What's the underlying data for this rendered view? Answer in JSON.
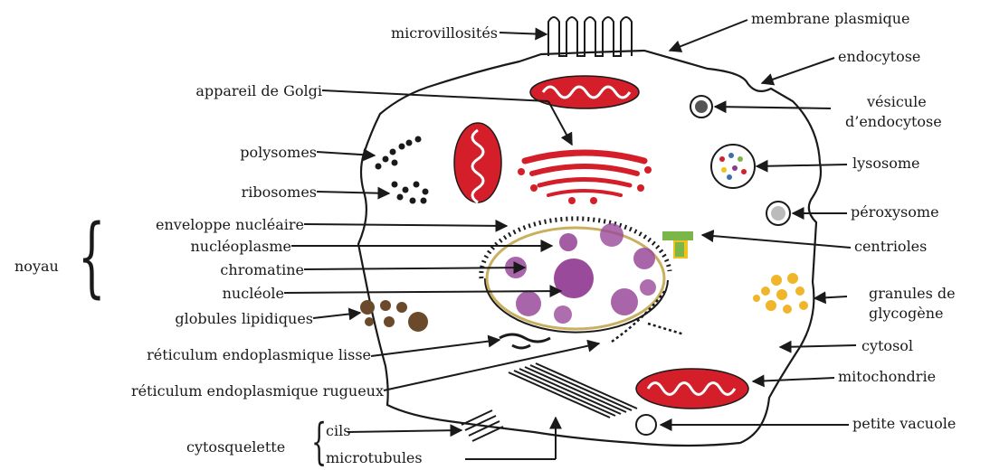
{
  "labels": {
    "microvillosites": "microvillosités",
    "membrane_plasmique": "membrane plasmique",
    "endocytose": "endocytose",
    "vesicule_line1": "vésicule",
    "vesicule_line2": "d’endocytose",
    "appareil_golgi": "appareil de Golgi",
    "polysomes": "polysomes",
    "ribosomes": "ribosomes",
    "lysosome": "lysosome",
    "peroxysome": "péroxysome",
    "noyau": "noyau",
    "enveloppe_nucleaire": "enveloppe nucléaire",
    "nucleoplasme": "nucléoplasme",
    "chromatine": "chromatine",
    "nucleole": "nucléole",
    "centrioles": "centrioles",
    "granules_line1": "granules de",
    "granules_line2": "glycogène",
    "globules_lipidiques": "globules lipidiques",
    "reticulum_lisse": "réticulum endoplasmique lisse",
    "cytosol": "cytosol",
    "reticulum_rugueux": "réticulum endoplasmique rugueux",
    "mitochondrie": "mitochondrie",
    "cytosquelette": "cytosquelette",
    "cils": "cils",
    "microtubules": "microtubules",
    "petite_vacuole": "petite vacuole"
  },
  "colors": {
    "outline": "#1a1a1a",
    "mitochondria": "#d41f2a",
    "chromatin": "#9a4a9a",
    "centriole_green": "#7ab648",
    "centriole_yellow": "#f2c21b",
    "glycogen": "#f0b528",
    "lipid": "#6b4a2b",
    "background": "#ffffff"
  }
}
